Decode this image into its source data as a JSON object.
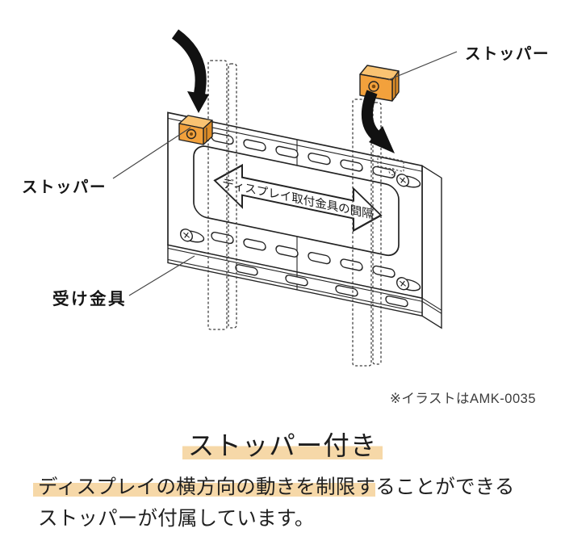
{
  "illustration": {
    "labels": {
      "stopper_top_right": "ストッパー",
      "stopper_left": "ストッパー",
      "receiving_bracket": "受け金具",
      "spacing_arrow": "ディスプレイ取付金具の間隔"
    },
    "note": "※イラストはAMK-0035",
    "colors": {
      "stopper_front": "#F2A13C",
      "stopper_top": "#F9C372",
      "stopper_side": "#DE8D28",
      "outline": "#232323",
      "black_arrow": "#111111",
      "highlight": "#F6D8A8"
    }
  },
  "caption": {
    "title": "ストッパー付き",
    "body_line1_highlighted": "ディスプレイの横方向の動きを制限す",
    "body_line1_rest": "ることができる",
    "body_line2": "ストッパーが付属しています。"
  }
}
